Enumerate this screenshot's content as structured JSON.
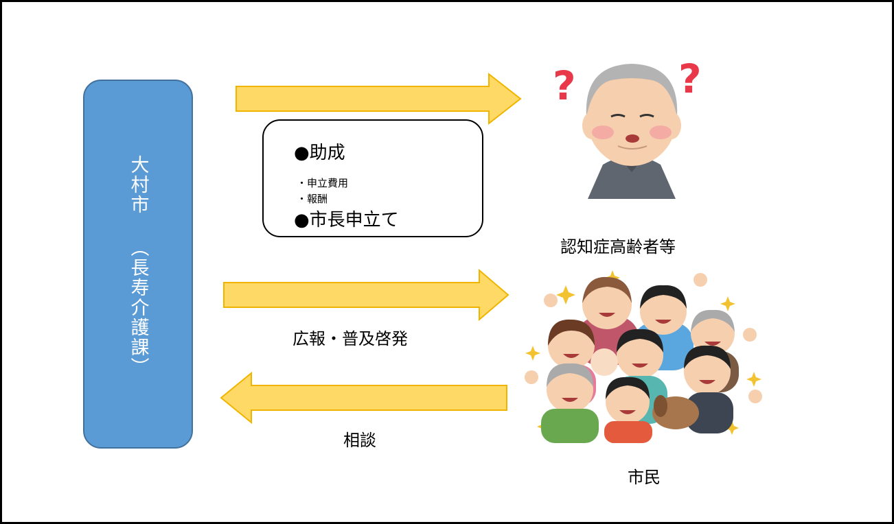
{
  "city": {
    "label_line1": "大村市",
    "label_line2": "︵長寿介護課︶"
  },
  "support": {
    "heading1": "●助成",
    "item1": "・申立費用",
    "item2": "・報酬",
    "heading2": "●市長申立て"
  },
  "flows": {
    "to_elderly": "",
    "to_citizens": "広報・普及啓発",
    "from_citizens": "相談"
  },
  "targets": {
    "elderly": "認知症高齢者等",
    "citizens": "市民"
  },
  "colors": {
    "city_box": "#5b9bd5",
    "arrow_fill": "#ffd966",
    "arrow_stroke": "#f0b400"
  },
  "icons": {
    "elderly": "confused-elderly-person-illustration",
    "citizens": "cheering-crowd-illustration"
  }
}
